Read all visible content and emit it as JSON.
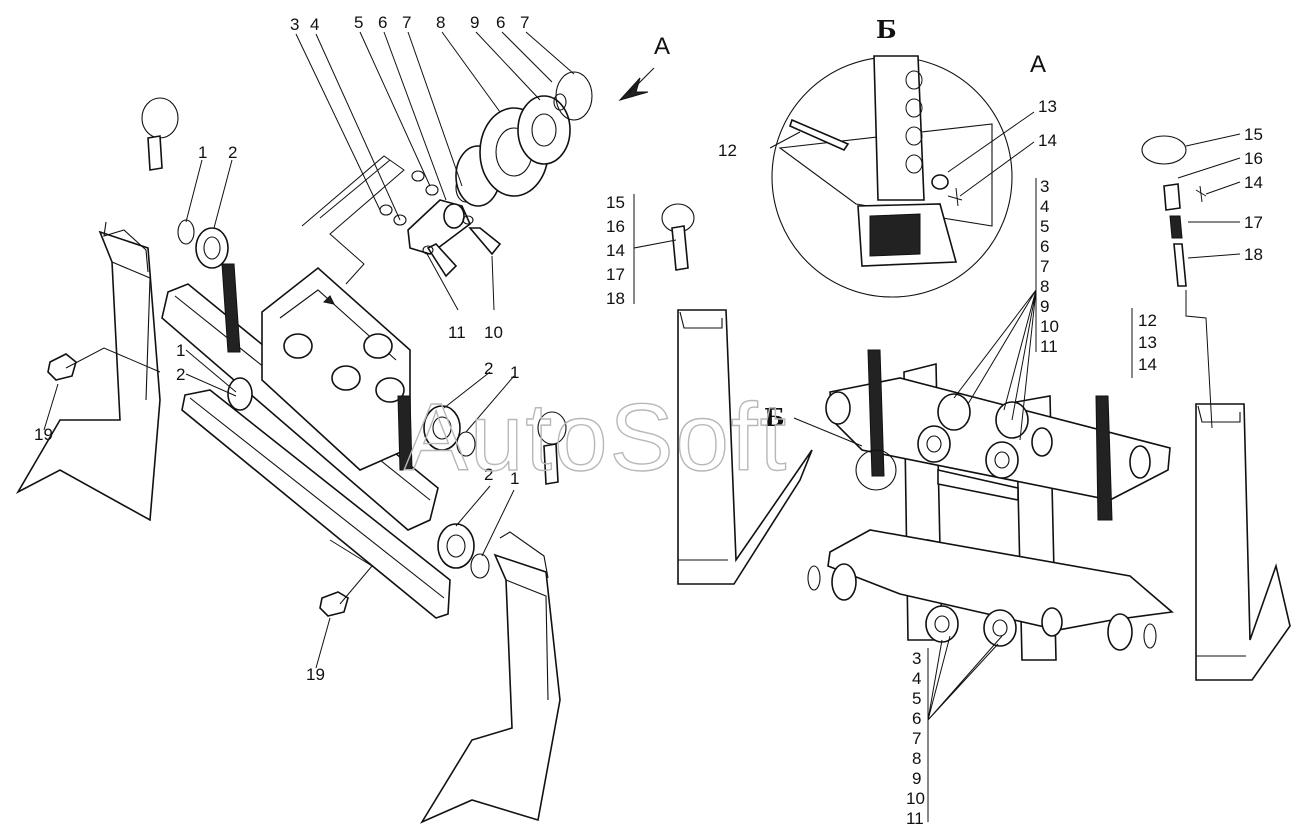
{
  "view_labels": {
    "view_a_arrow": "А",
    "view_a_title": "А",
    "view_b_title": "Б",
    "view_b_pointer": "Б"
  },
  "watermark": "AutoSoft",
  "callouts": {
    "left_pins": [
      "1",
      "2"
    ],
    "left_lower": [
      "1",
      "2"
    ],
    "left_bolt": "19",
    "left_bolt_lower": "19",
    "right_rings_upper": [
      "2",
      "1"
    ],
    "right_rings_lower": [
      "2",
      "1"
    ],
    "roller_top": [
      "3",
      "4",
      "5",
      "6",
      "7",
      "8",
      "9",
      "6",
      "7"
    ],
    "roller_bottom": [
      "11",
      "10"
    ],
    "pin_stack": [
      "15",
      "16",
      "14",
      "17",
      "18"
    ],
    "detail_b": [
      "12",
      "13",
      "14"
    ],
    "right_stack_upper": [
      "3",
      "4",
      "5",
      "6",
      "7",
      "8",
      "9",
      "10",
      "11"
    ],
    "chain_stack": [
      "12",
      "13",
      "14"
    ],
    "right_stack_lower": [
      "3",
      "4",
      "5",
      "6",
      "7",
      "8",
      "9",
      "10",
      "11"
    ],
    "far_right": [
      "15",
      "16",
      "14",
      "17",
      "18"
    ]
  }
}
